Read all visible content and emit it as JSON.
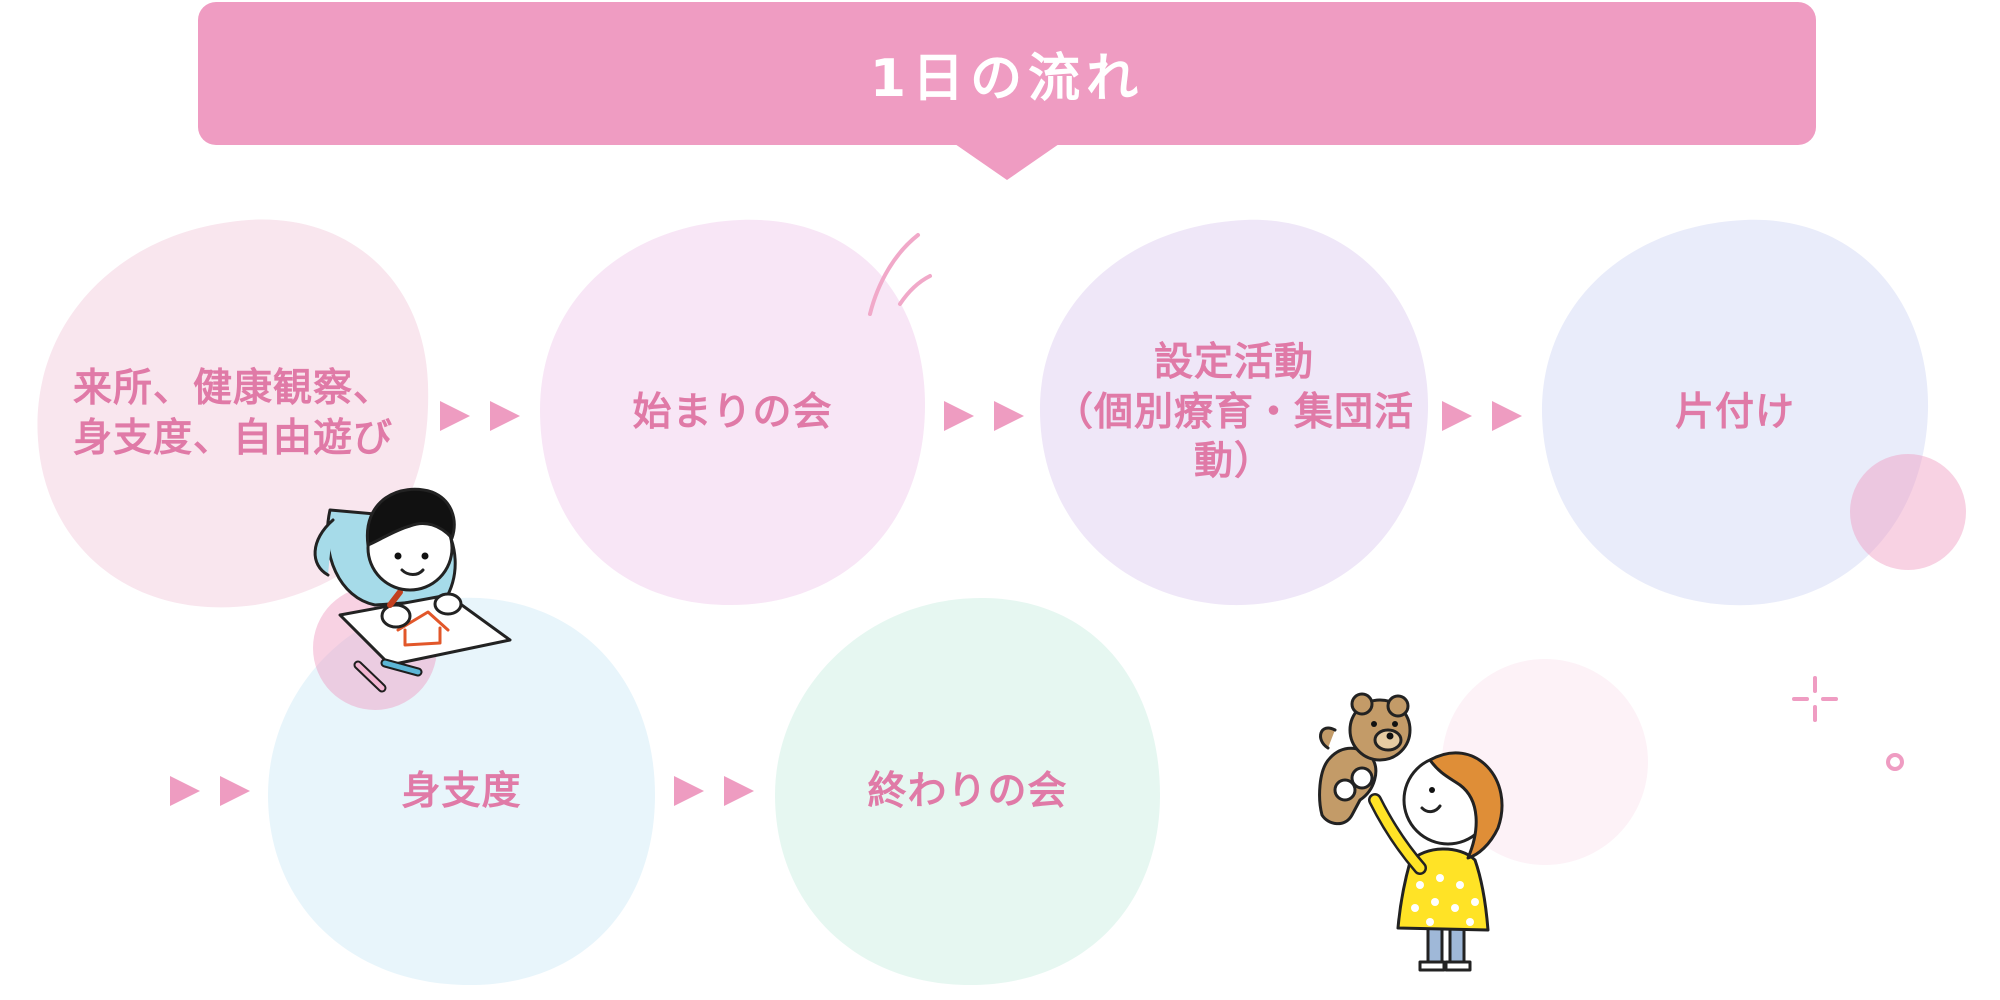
{
  "header": {
    "title": "1日の流れ"
  },
  "steps": [
    {
      "label": "来所、健康観察、\n身支度、自由遊び",
      "color": "#f9e6ee"
    },
    {
      "label": "始まりの会",
      "color": "#f8e6f6"
    },
    {
      "label": "設定活動\n（個別療育・集団活動）",
      "color": "#efe7f8"
    },
    {
      "label": "片付け",
      "color": "#e9ecfa"
    },
    {
      "label": "身支度",
      "color": "#e8f5fb"
    },
    {
      "label": "終わりの会",
      "color": "#e6f7f1"
    }
  ],
  "colors": {
    "accent": "#ef9cc2",
    "text": "#e07aa7",
    "arrow": "#ee9cc1"
  },
  "illustrations": [
    {
      "icon": "drawing-child-icon"
    },
    {
      "icon": "child-with-teddy-bear-icon"
    }
  ]
}
